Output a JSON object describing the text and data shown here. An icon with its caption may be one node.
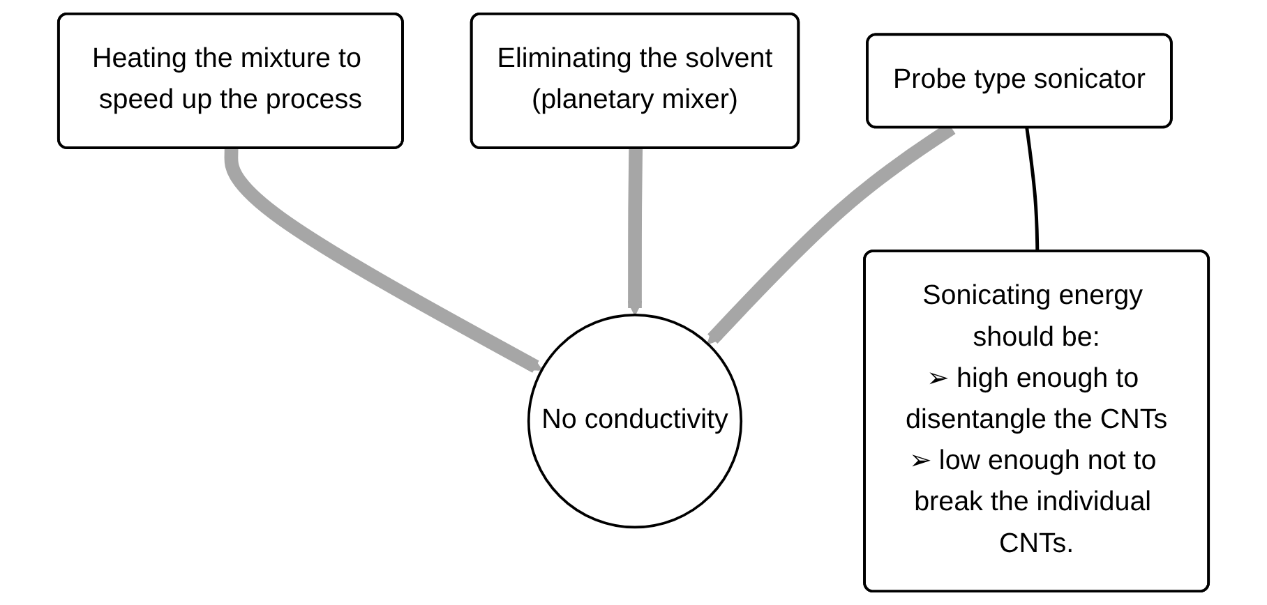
{
  "diagram": {
    "nodes": [
      {
        "text": [
          "Eliminating the solvent",
          "(planetary mixer)"
        ]
      },
      {
        "text": [
          "Heating the mixture to speed up the process"
        ]
      },
      {
        "text": [
          "Probe type sonicator"
        ]
      },
      {
        "text": [
          "Sonicating energy should be:",
          "➢ high enough to disentangle the CNTs",
          "➢ low enough not to break the individual CNTs."
        ]
      },
      {
        "text": [
          "No conductivity"
        ]
      }
    ],
    "edges": [
      {
        "from": 1,
        "to": 4,
        "arrow": "to"
      },
      {
        "from": 0,
        "to": 4,
        "arrow": "to"
      },
      {
        "from": 2,
        "to": 4,
        "arrow": "to"
      },
      {
        "from": 2,
        "to": 3,
        "arrow": "none",
        "color": "#000000"
      }
    ]
  }
}
